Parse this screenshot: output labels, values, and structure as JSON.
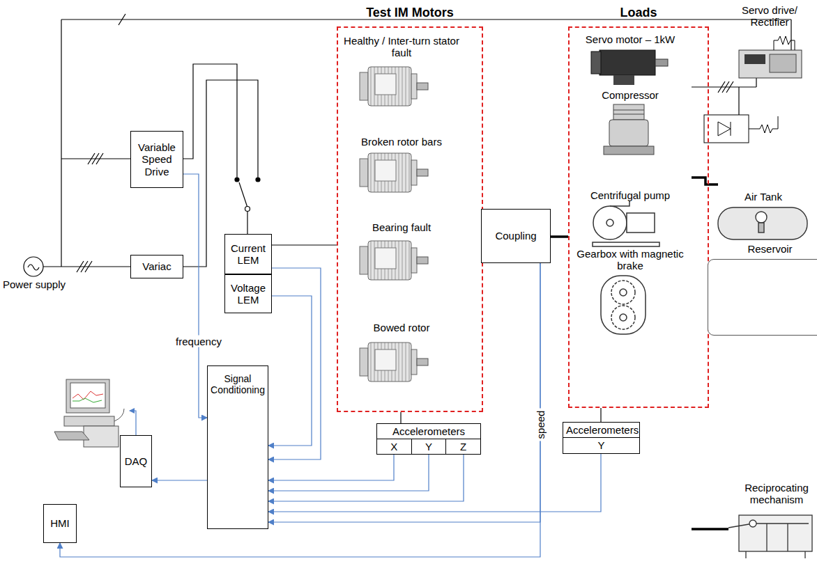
{
  "diagram": {
    "nodes": [
      {
        "text": [
          "Variable Speed Drive"
        ]
      },
      {
        "text": [
          "Variac"
        ]
      },
      {
        "text": [
          "Current LEM"
        ]
      },
      {
        "text": [
          "Voltage LEM"
        ]
      },
      {
        "text": [
          "Test IM Motors"
        ]
      },
      {
        "text": [
          "Coupling"
        ]
      },
      {
        "text": [
          "Loads"
        ]
      },
      {
        "text": [
          "Signal Conditioning"
        ]
      },
      {
        "text": [
          "DAQ"
        ]
      },
      {
        "text": [
          "HMI"
        ]
      },
      {
        "text": [
          "Accelerometers",
          "X",
          "Y",
          "Z"
        ]
      },
      {
        "text": [
          "Accelerometers",
          "Y"
        ]
      },
      {
        "text": [
          "Reservoir"
        ]
      }
    ],
    "edges": [
      {
        "from": 2,
        "to": 4,
        "arrow": "none"
      },
      {
        "from": 4,
        "to": 5,
        "arrow": "none"
      },
      {
        "from": 5,
        "to": 6,
        "arrow": "none"
      },
      {
        "from": 6,
        "to": 12,
        "arrow": "none"
      },
      {
        "from": 0,
        "to": 7,
        "arrow": "to",
        "label": "frequency"
      },
      {
        "from": 2,
        "to": 7,
        "arrow": "to"
      },
      {
        "from": 3,
        "to": 7,
        "arrow": "to"
      },
      {
        "from": 4,
        "to": 10,
        "arrow": "none"
      },
      {
        "from": 10,
        "to": 7,
        "arrow": "to"
      },
      {
        "from": 10,
        "to": 7,
        "arrow": "to"
      },
      {
        "from": 10,
        "to": 7,
        "arrow": "to"
      },
      {
        "from": 6,
        "to": 11,
        "arrow": "none"
      },
      {
        "from": 11,
        "to": 7,
        "arrow": "to"
      },
      {
        "from": 5,
        "to": 7,
        "arrow": "to",
        "label": "speed"
      },
      {
        "from": 5,
        "to": 9,
        "arrow": "to"
      },
      {
        "from": 7,
        "to": 8,
        "arrow": "to"
      }
    ],
    "labels": [
      "Healthy / Inter-turn stator fault",
      "Broken rotor bars",
      "Bearing fault",
      "Bowed rotor",
      "Servo motor – 1kW",
      "Compressor",
      "Centrifugal pump",
      "Gearbox with magnetic brake",
      "Servo drive/ Rectifier",
      "Air Tank",
      "Reciprocating mechanism",
      "Power supply"
    ]
  }
}
